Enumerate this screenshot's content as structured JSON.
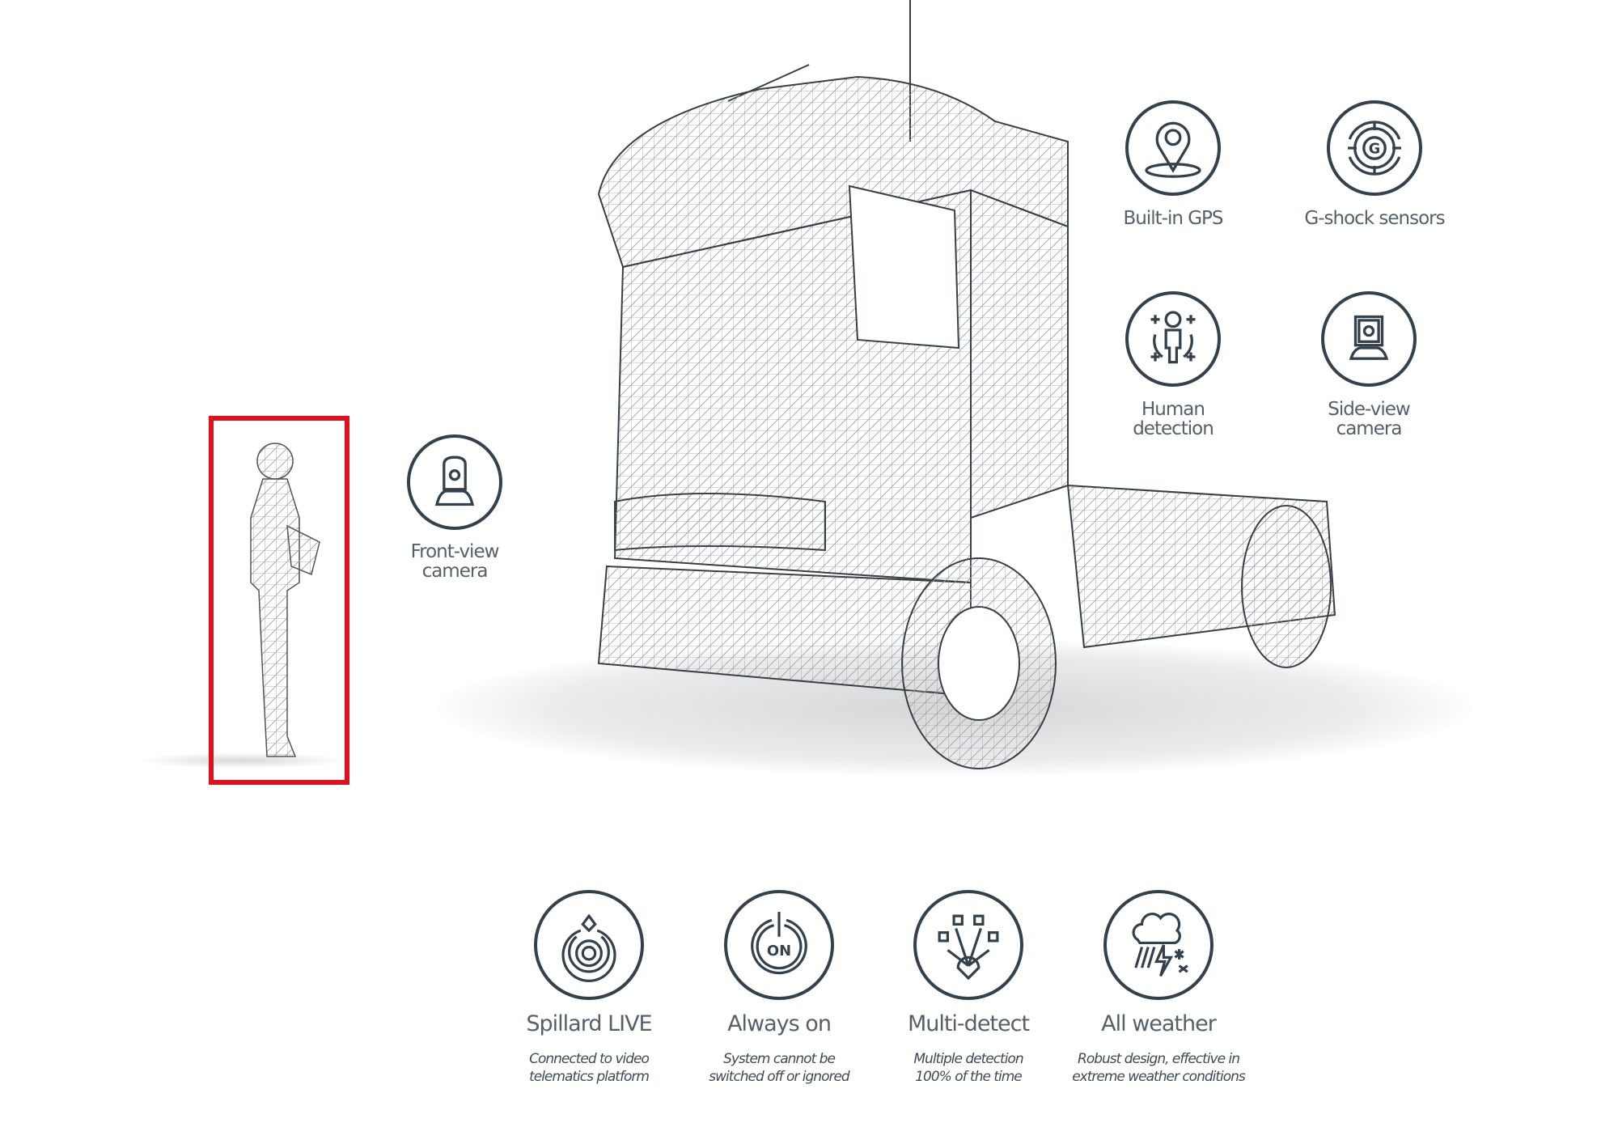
{
  "accent_color": "#e0111b",
  "icon_color": "#34414d",
  "top_features": [
    {
      "label": "Built-in GPS",
      "icon": "map-pin-icon"
    },
    {
      "label": "G-shock sensors",
      "icon": "g-shock-target-icon"
    },
    {
      "label_line1": "Human",
      "label_line2": "detection",
      "icon": "human-detection-icon"
    },
    {
      "label_line1": "Side-view",
      "label_line2": "camera",
      "icon": "camera-icon"
    }
  ],
  "front_camera": {
    "label_line1": "Front-view",
    "label_line2": "camera",
    "icon": "camera-icon"
  },
  "bottom_features": [
    {
      "title": "Spillard LIVE",
      "sub1": "Connected to video",
      "sub2": "telematics platform",
      "icon": "live-signal-icon"
    },
    {
      "title": "Always on",
      "sub1": "System cannot be",
      "sub2": "switched off or ignored",
      "icon": "power-on-icon",
      "glyph": "ON"
    },
    {
      "title": "Multi-detect",
      "sub1": "Multiple detection",
      "sub2": "100% of the time",
      "icon": "multi-detect-icon"
    },
    {
      "title": "All weather",
      "sub1": "Robust design, effective in",
      "sub2": "extreme weather conditions",
      "icon": "weather-icon"
    }
  ]
}
